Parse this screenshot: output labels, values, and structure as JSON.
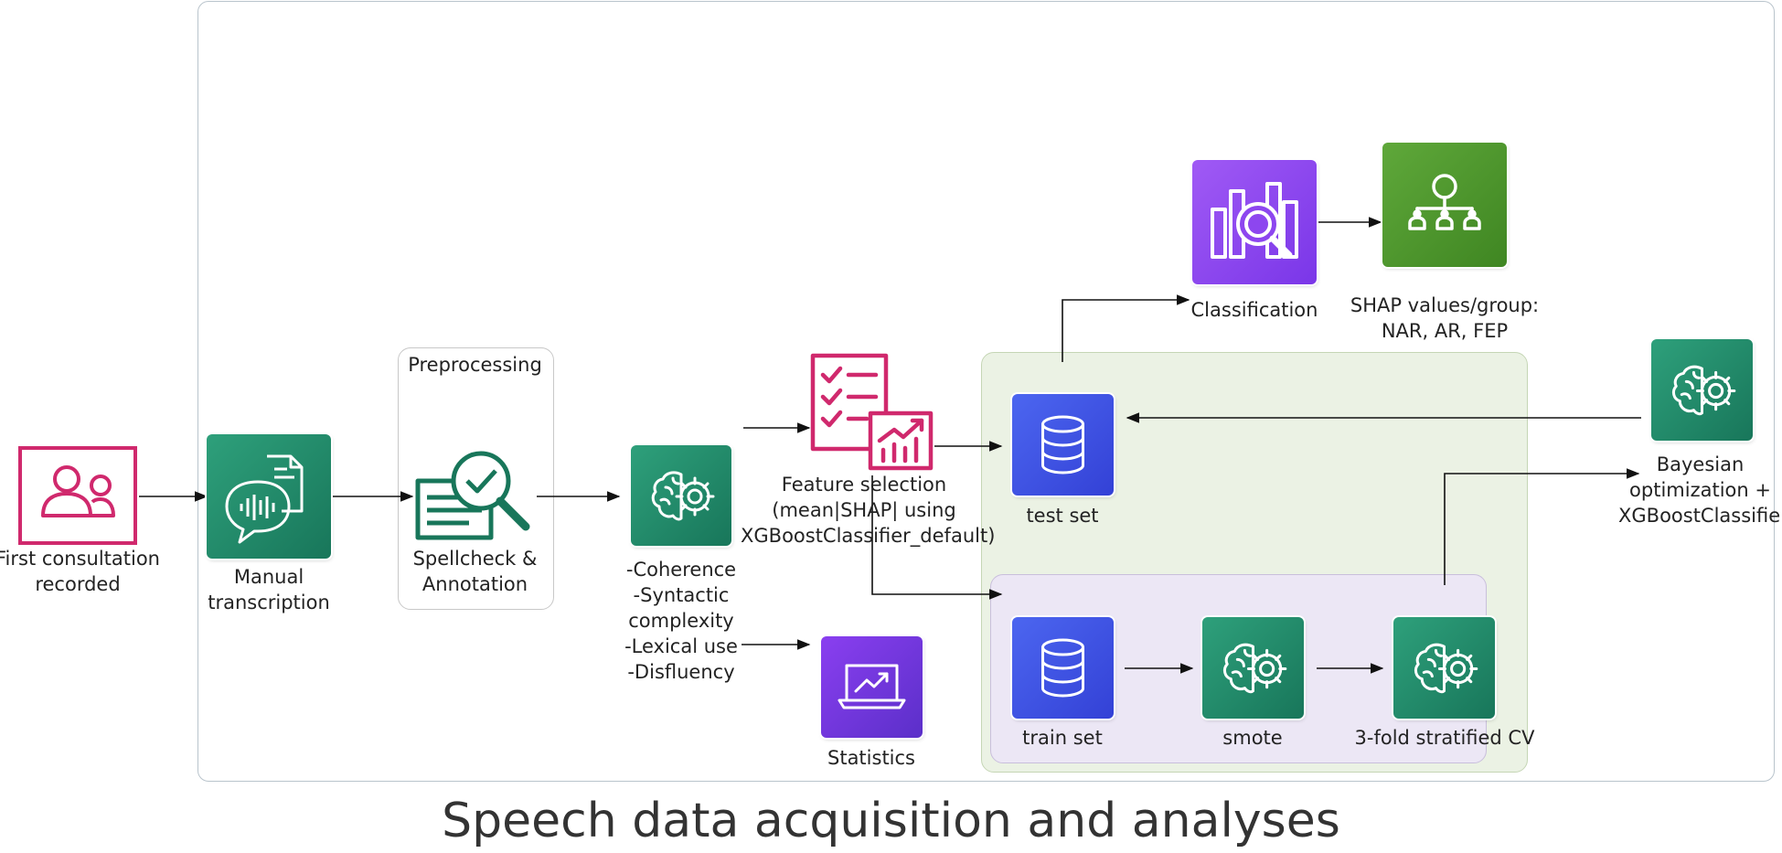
{
  "title": "Speech data acquisition and analyses",
  "colors": {
    "pink": "#d0296d",
    "teal_dark": "#18765a",
    "teal_light": "#2ea07b",
    "blue": "#3b50e0",
    "purple": "#8a3ff0",
    "green": "#4a8f28",
    "frame": "#b9c4cc"
  },
  "nodes": {
    "first_consultation": {
      "line1": "First consultation",
      "line2": "recorded",
      "icon": "users-icon"
    },
    "manual_transcription": {
      "line1": "Manual",
      "line2": "transcription",
      "icon": "speech-transcribe-icon"
    },
    "preprocessing": {
      "group": "Preprocessing",
      "line1": "Spellcheck &",
      "line2": "Annotation",
      "icon": "document-search-icon"
    },
    "features": {
      "lines": [
        "-Coherence",
        "-Syntactic",
        "complexity",
        "-Lexical use",
        "-Disfluency"
      ],
      "icon": "brain-gear-icon"
    },
    "feature_selection": {
      "lines": [
        "Feature selection",
        "(mean|SHAP| using",
        "XGBoostClassifier_default)"
      ],
      "icon": "checklist-chart-icon"
    },
    "statistics": {
      "label": "Statistics",
      "icon": "laptop-chart-icon"
    },
    "test_set": {
      "label": "test set",
      "icon": "database-icon"
    },
    "train_set": {
      "label": "train set",
      "icon": "database-icon"
    },
    "smote": {
      "label": "smote",
      "icon": "brain-gear-icon"
    },
    "cv": {
      "label": "3-fold stratified CV",
      "icon": "brain-gear-icon"
    },
    "classification": {
      "label": "Classification",
      "icon": "search-analytics-icon"
    },
    "shap": {
      "line1": "SHAP values/group:",
      "line2": "NAR, AR, FEP",
      "icon": "hierarchy-icon"
    },
    "bayesian": {
      "lines": [
        "Bayesian",
        "optimization +",
        "XGBoostClassifier"
      ],
      "icon": "brain-gear-icon"
    }
  }
}
